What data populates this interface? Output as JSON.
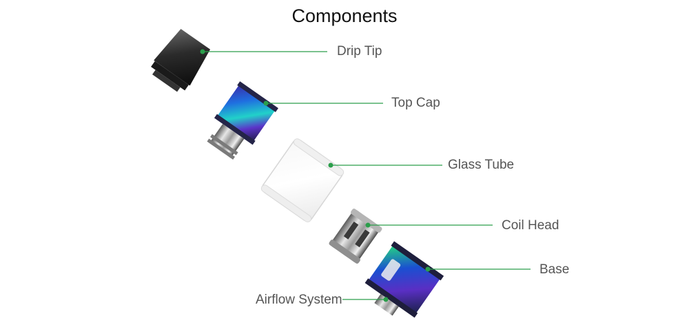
{
  "title": "Components",
  "colors": {
    "leader_line": "#2b9e4b",
    "label_text": "#555555",
    "title_text": "#111111",
    "background": "#ffffff"
  },
  "labels": {
    "drip_tip": "Drip Tip",
    "top_cap": "Top Cap",
    "glass_tube": "Glass Tube",
    "coil_head": "Coil Head",
    "base": "Base",
    "airflow_system": "Airflow System"
  }
}
